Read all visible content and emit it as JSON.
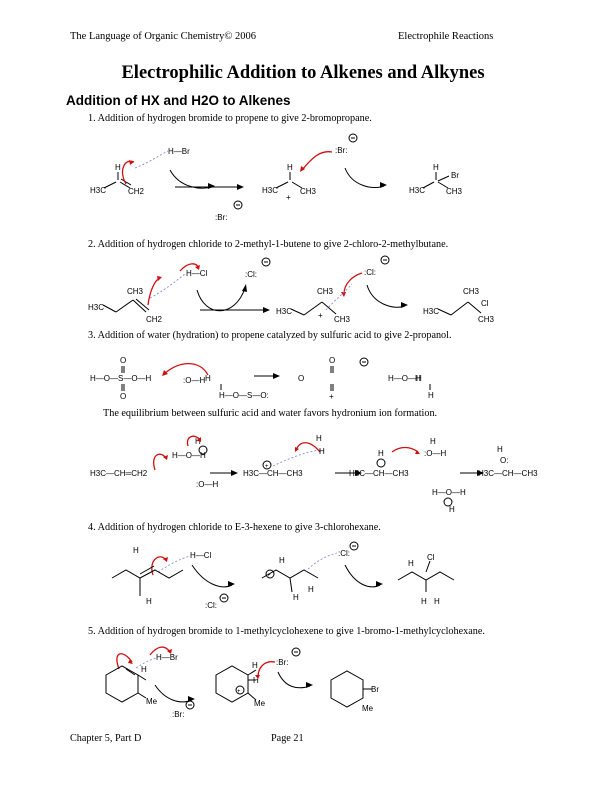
{
  "header": {
    "left": "The Language of Organic Chemistry© 2006",
    "right": "Electrophile Reactions"
  },
  "title": "Electrophilic Addition to Alkenes and Alkynes",
  "section": "Addition of HX and H2O to Alkenes",
  "items": [
    "1.   Addition of hydrogen bromide to propene to give 2-bromopropane.",
    "2.   Addition of hydrogen chloride to 2-methyl-1-butene to give 2-chloro-2-methylbutane.",
    "3.   Addition of water (hydration) to propene catalyzed by sulfuric acid to give 2-propanol.",
    "4.   Addition of hydrogen chloride to E-3-hexene to give 3-chlorohexane.",
    "5.   Addition of hydrogen bromide to 1-methylcyclohexene to give 1-bromo-1-methylcyclohexane."
  ],
  "note": "The equilibrium between sulfuric acid and water favors hydronium ion formation.",
  "footer": {
    "left": "Chapter 5, Part D",
    "center": "Page 21"
  },
  "labels": {
    "r1": [
      "H—Br",
      "H",
      "H3C",
      "CH2",
      ":Br:",
      "H",
      "H3C",
      "CH3",
      "Br",
      "H",
      "H3C",
      "CH3"
    ],
    "r2": [
      "H—Cl",
      ":Cl:",
      "CH3",
      "H3C",
      "CH2",
      "CH3",
      "H3C",
      "CH3",
      ":Cl:",
      "CH3",
      "H3C",
      "Cl",
      "CH3"
    ],
    "r3": [
      "H—O—S—O—H",
      "O",
      "O",
      "+",
      ":O—H",
      "H",
      "H—O—S—O:",
      "O",
      "O",
      "+",
      "H—O—H",
      "H",
      "H"
    ],
    "r3b": [
      "H3C—CH═CH2",
      "H—O—H",
      "H",
      "H3C—CH—CH3",
      ":O—H",
      "H",
      "H3C—CH—CH3",
      ":O—H",
      "H—O—H",
      "H3C—CH—CH3",
      "O:",
      "H",
      "H"
    ],
    "r4": [
      "H—Cl",
      "H",
      "H",
      ":Cl:",
      "H",
      "H",
      "H",
      "Cl",
      "H",
      "H",
      "H",
      ":Cl:"
    ],
    "r5": [
      "H—Br",
      "H",
      "Me",
      ":Br:",
      "H",
      "H",
      "Me",
      ":Br:",
      "Br",
      "Me"
    ]
  }
}
